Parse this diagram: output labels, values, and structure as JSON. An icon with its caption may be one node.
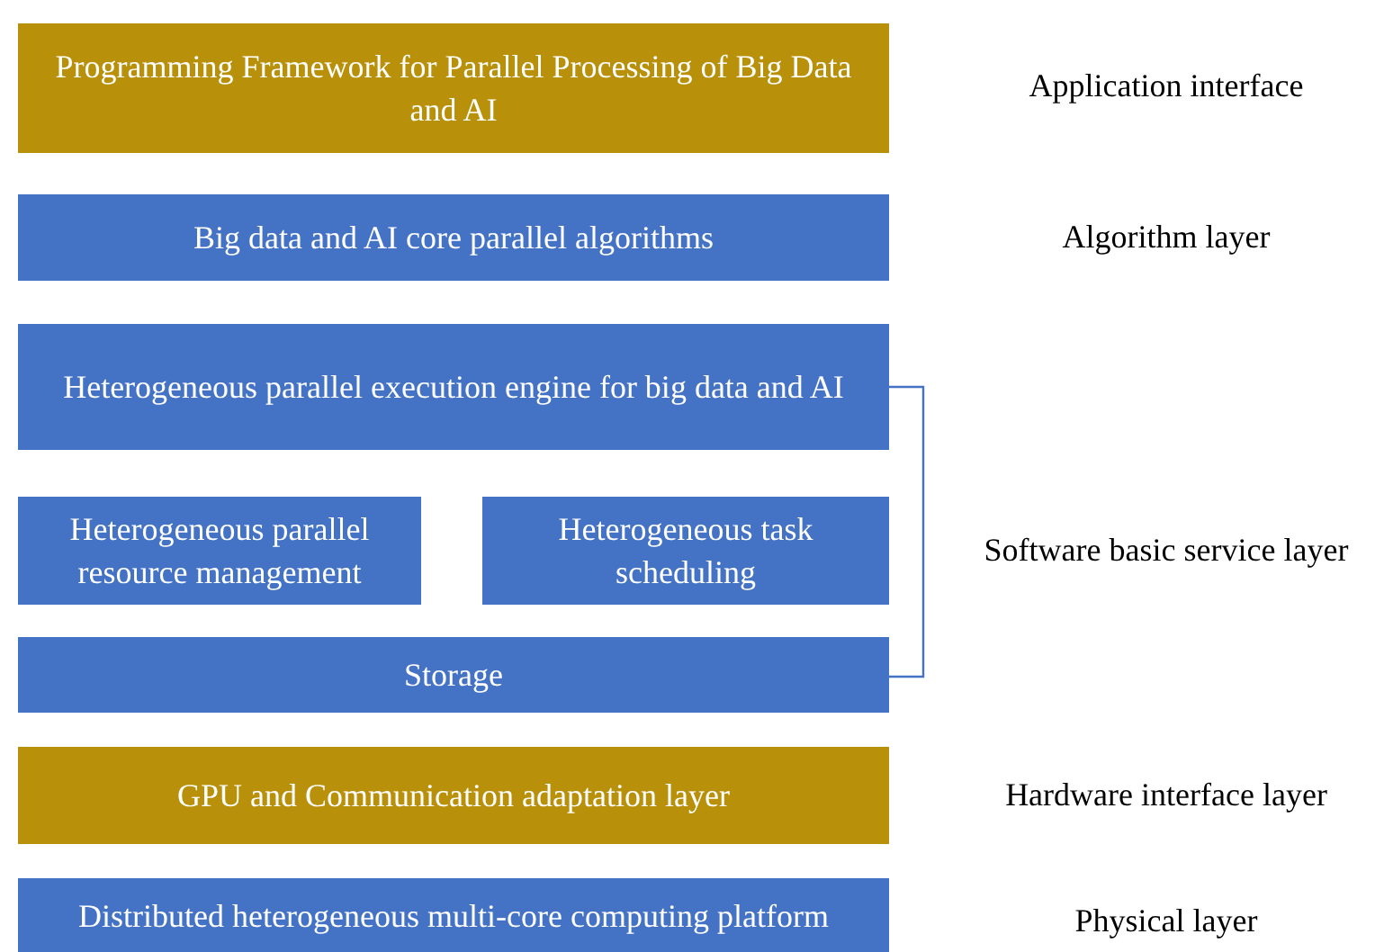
{
  "diagram": {
    "nodes": [
      {
        "text": [
          "Programming Framework for Parallel Processing of Big Data and AI"
        ]
      },
      {
        "text": [
          "Big data and AI core parallel algorithms"
        ]
      },
      {
        "text": [
          "Heterogeneous parallel execution engine for big data and AI"
        ]
      },
      {
        "text": [
          "Heterogeneous parallel resource management"
        ]
      },
      {
        "text": [
          "Heterogeneous task scheduling"
        ]
      },
      {
        "text": [
          "Storage"
        ]
      },
      {
        "text": [
          "GPU and Communication adaptation layer"
        ]
      },
      {
        "text": [
          "Distributed heterogeneous multi-core computing platform"
        ]
      }
    ],
    "edges": [],
    "labels": [
      "Application interface",
      "Algorithm layer",
      "Software basic service layer",
      "Hardware interface layer",
      "Physical layer"
    ]
  }
}
